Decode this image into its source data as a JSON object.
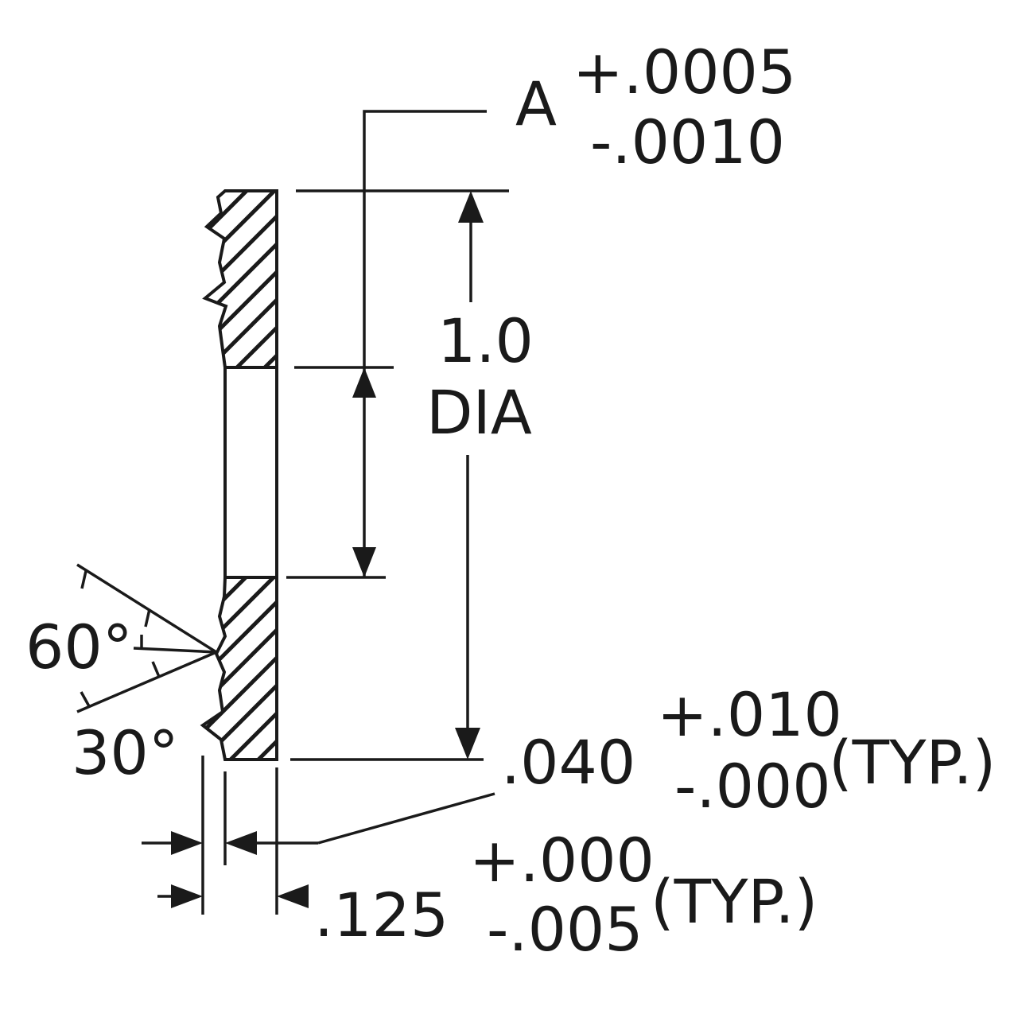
{
  "datum": {
    "label": "A",
    "tol_plus": "+.0005",
    "tol_minus": "-.0010"
  },
  "diameter": {
    "value": "1.0",
    "unit": "DIA"
  },
  "angles": {
    "upper": "60°",
    "lower": "30°"
  },
  "thickness_small": {
    "value": ".040",
    "tol_plus": "+.010",
    "tol_minus": "-.000",
    "note": "(TYP.)"
  },
  "thickness_total": {
    "value": ".125",
    "tol_plus": "+.000",
    "tol_minus": "-.005",
    "note": "(TYP.)"
  }
}
